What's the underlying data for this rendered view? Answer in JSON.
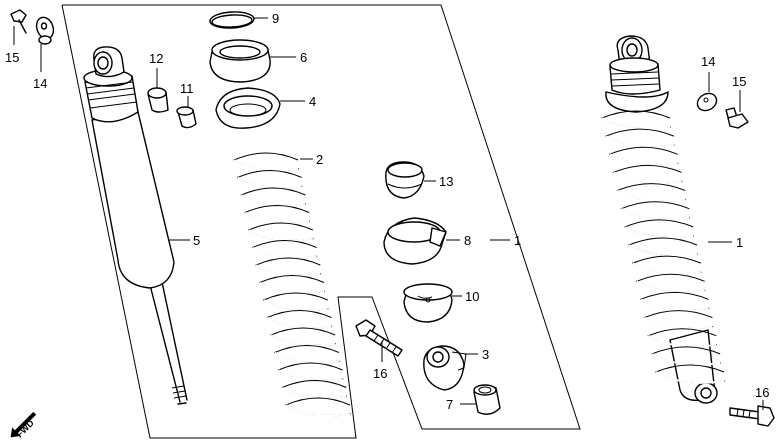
{
  "callouts": {
    "c15_left": "15",
    "c14_left": "14",
    "c12": "12",
    "c11": "11",
    "c9": "9",
    "c6": "6",
    "c4": "4",
    "c2": "2",
    "c5": "5",
    "c13": "13",
    "c8": "8",
    "c1_box": "1",
    "c10": "10",
    "c3": "3",
    "c16_mid": "16",
    "c7": "7",
    "c14_right": "14",
    "c15_right": "15",
    "c1_right": "1",
    "c16_right": "16"
  },
  "fwd_label": "FWD"
}
